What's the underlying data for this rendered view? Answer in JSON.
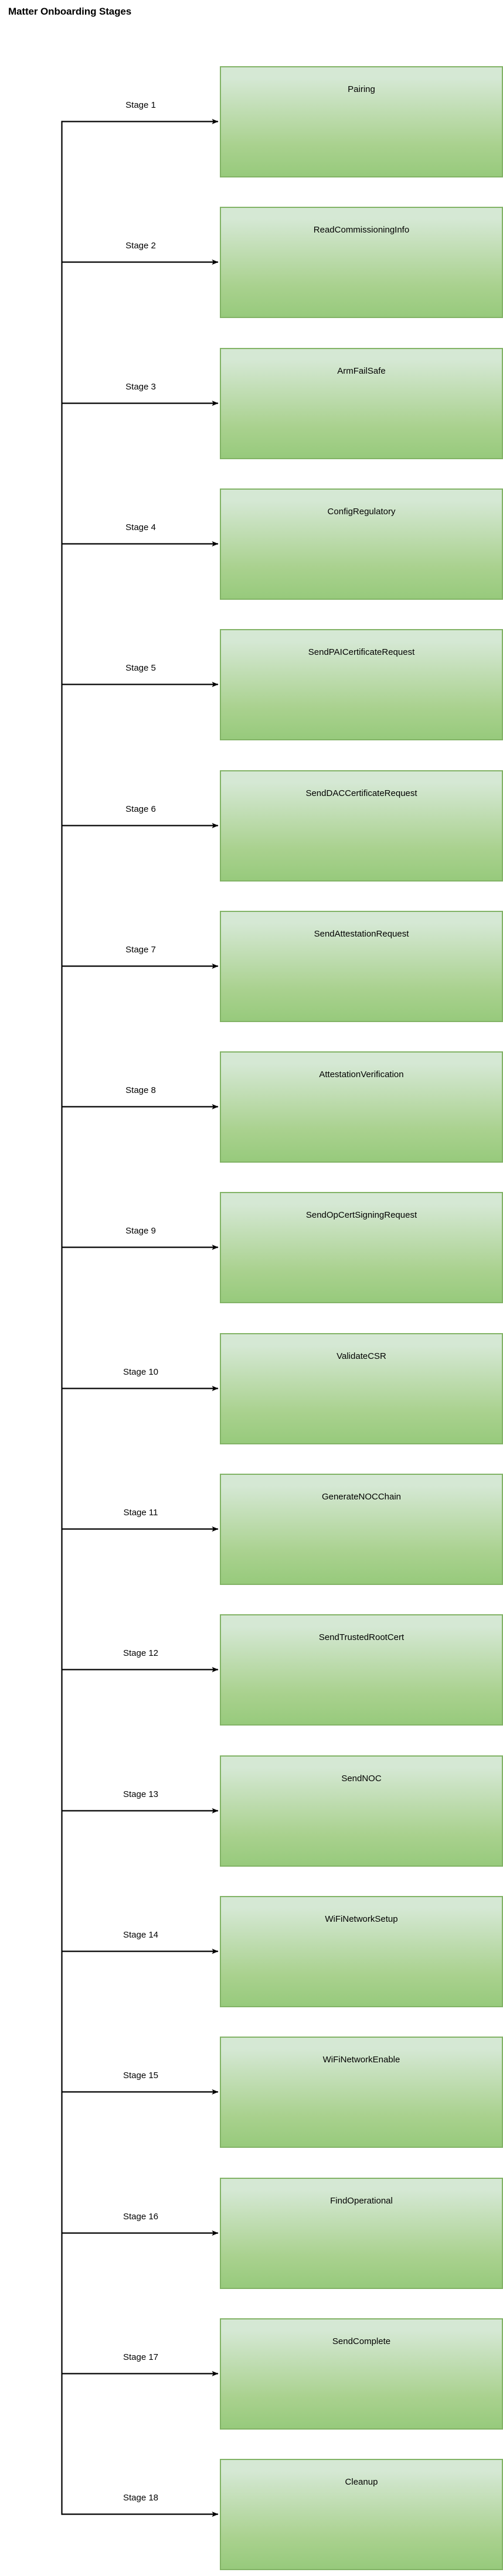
{
  "title": "Matter Onboarding Stages",
  "diagram": {
    "type": "flowchart",
    "orientation": "vertical-fanout",
    "description": "A single source stem branches right into 18 sequential onboarding stage nodes.",
    "colors": {
      "node_fill_top": "#d5e8d4",
      "node_fill_bottom": "#97ca7c",
      "node_border": "#82b366",
      "edge": "#000000",
      "background": "#ffffff",
      "text": "#000000"
    },
    "edge_label_prefix": "Stage"
  },
  "stages": [
    {
      "index": 1,
      "edge_label": "Stage 1",
      "node_label": "Pairing"
    },
    {
      "index": 2,
      "edge_label": "Stage 2",
      "node_label": "ReadCommissioningInfo"
    },
    {
      "index": 3,
      "edge_label": "Stage 3",
      "node_label": "ArmFailSafe"
    },
    {
      "index": 4,
      "edge_label": "Stage 4",
      "node_label": "ConfigRegulatory"
    },
    {
      "index": 5,
      "edge_label": "Stage 5",
      "node_label": "SendPAICertificateRequest"
    },
    {
      "index": 6,
      "edge_label": "Stage 6",
      "node_label": "SendDACCertificateRequest"
    },
    {
      "index": 7,
      "edge_label": "Stage 7",
      "node_label": "SendAttestationRequest"
    },
    {
      "index": 8,
      "edge_label": "Stage 8",
      "node_label": "AttestationVerification"
    },
    {
      "index": 9,
      "edge_label": "Stage 9",
      "node_label": "SendOpCertSigningRequest"
    },
    {
      "index": 10,
      "edge_label": "Stage 10",
      "node_label": "ValidateCSR"
    },
    {
      "index": 11,
      "edge_label": "Stage 11",
      "node_label": "GenerateNOCChain"
    },
    {
      "index": 12,
      "edge_label": "Stage 12",
      "node_label": "SendTrustedRootCert"
    },
    {
      "index": 13,
      "edge_label": "Stage 13",
      "node_label": "SendNOC"
    },
    {
      "index": 14,
      "edge_label": "Stage 14",
      "node_label": "WiFiNetworkSetup"
    },
    {
      "index": 15,
      "edge_label": "Stage 15",
      "node_label": "WiFiNetworkEnable"
    },
    {
      "index": 16,
      "edge_label": "Stage 16",
      "node_label": "FindOperational"
    },
    {
      "index": 17,
      "edge_label": "Stage 17",
      "node_label": "SendComplete"
    },
    {
      "index": 18,
      "edge_label": "Stage 18",
      "node_label": "Cleanup"
    }
  ]
}
